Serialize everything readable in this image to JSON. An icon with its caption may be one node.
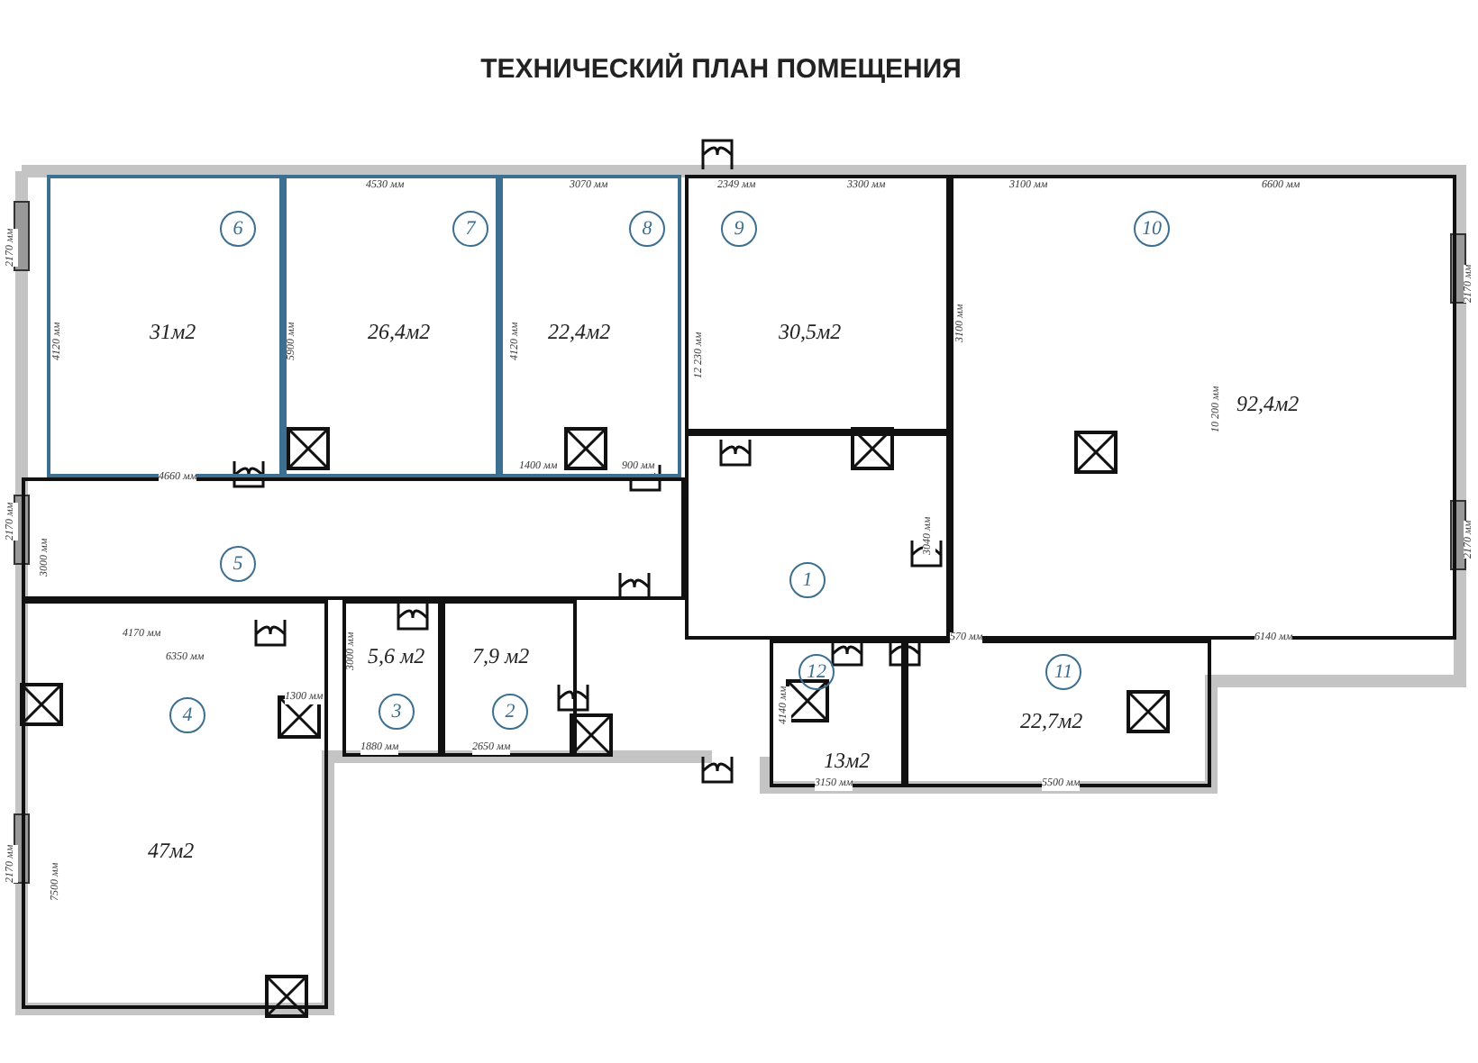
{
  "diagram": {
    "title": "ТЕХНИЧЕСКИЙ ПЛАН ПОМЕЩЕНИЯ",
    "nodes": [
      {
        "text": [
          "6",
          "31м2"
        ]
      },
      {
        "text": [
          "7",
          "26,4м2"
        ]
      },
      {
        "text": [
          "8",
          "22,4м2"
        ]
      },
      {
        "text": [
          "9",
          "30,5м2"
        ]
      },
      {
        "text": [
          "10",
          "92,4м2"
        ]
      },
      {
        "text": [
          "5"
        ]
      },
      {
        "text": [
          "1"
        ]
      },
      {
        "text": [
          "5,6 м2",
          "3"
        ]
      },
      {
        "text": [
          "7,9 м2",
          "2"
        ]
      },
      {
        "text": [
          "12",
          "13м2"
        ]
      },
      {
        "text": [
          "11",
          "22,7м2"
        ]
      },
      {
        "text": [
          "4",
          "47м2"
        ]
      }
    ],
    "labels": [
      "4530 мм",
      "3070 мм",
      "2349 мм",
      "3300 мм",
      "3100 мм",
      "6600 мм",
      "2170 мм",
      "4120 мм",
      "5900 мм",
      "4120 мм",
      "12 230 мм",
      "3100 мм",
      "2170 мм",
      "10 200 мм",
      "1400 мм",
      "900 мм",
      "4660 мм",
      "2170 мм",
      "3000 мм",
      "3040 мм",
      "2170 мм",
      "4170 мм",
      "570 мм",
      "6140 мм",
      "6350 мм",
      "3000 мм",
      "1300 мм",
      "4140 мм",
      "1880 мм",
      "2650 мм",
      "3150 мм",
      "5500 мм",
      "7500 мм",
      "2170 мм"
    ]
  }
}
